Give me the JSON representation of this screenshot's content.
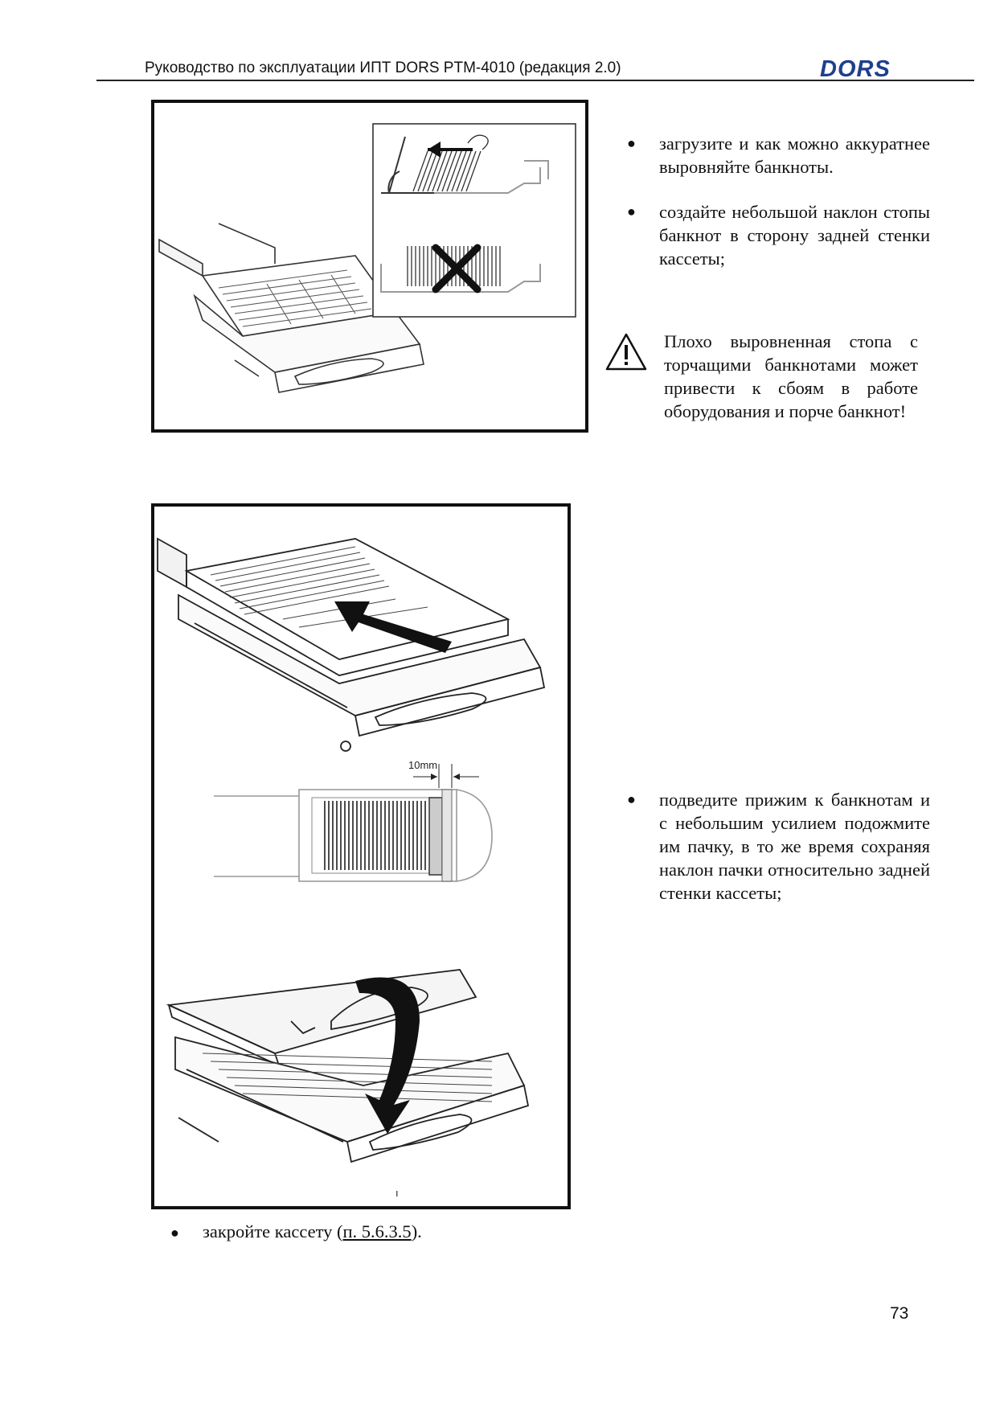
{
  "header": {
    "title": "Руководство по эксплуатации ИПТ DORS PTM-4010 (редакция 2.0)",
    "logo_text": "DORS",
    "logo_color": "#1f3f8f"
  },
  "figure1": {
    "caption": ""
  },
  "figure2": {
    "dimension_label": "10mm"
  },
  "bullets_top": [
    {
      "text": "загрузите и как можно аккуратнее выровняйте банкноты."
    },
    {
      "text": "создайте небольшой наклон стопы банкнот в сторону задней стенки кассеты;"
    }
  ],
  "warning": {
    "icon": "warning-triangle-icon",
    "text": "Плохо выровненная стопа с торчащими банкнотами может привести к сбоям в работе оборудования и порче банкнот!"
  },
  "bullets_middle": [
    {
      "text": "подведите прижим к банкнотам и с небольшим усилием подожмите им пачку, в то же время сохраняя наклон пачки относительно задней стенки кассеты;"
    }
  ],
  "bottom": {
    "text_before": "закройте кассету (",
    "link": "п. 5.6.3.5",
    "text_after": ")."
  },
  "page_number": "73"
}
